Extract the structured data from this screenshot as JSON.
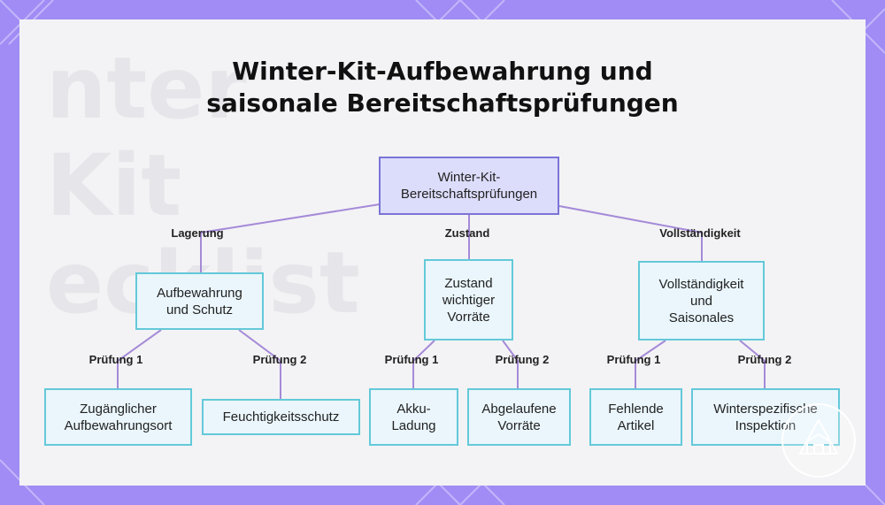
{
  "title_lines": [
    "Winter-Kit-Aufbewahrung und",
    "saisonale Bereitschaftsprüfungen"
  ],
  "background_watermark": [
    "nter",
    "Kit",
    "ecklist"
  ],
  "colors": {
    "frame": "#a08cf4",
    "card": "#f3f3f5",
    "root_fill": "#dcdcfb",
    "root_border": "#7a74d6",
    "node_fill": "#eaf6fc",
    "node_border": "#63c9d9",
    "line_top": "#a58ad8",
    "line_bottom": "#a58ad8"
  },
  "nodes": {
    "root": "Winter-Kit-\nBereitschaftsprüfungen",
    "storage": "Aufbewahrung\nund Schutz",
    "condition": "Zustand\nwichtiger\nVorräte",
    "completeness": "Vollständigkeit\nund\nSaisonales",
    "accessible": "Zugänglicher\nAufbewahrungsort",
    "moisture": "Feuchtigkeitsschutz",
    "battery": "Akku-\nLadung",
    "expired": "Abgelaufene\nVorräte",
    "missing": "Fehlende\nArtikel",
    "winter_inspection": "Winterspezifische\nInspektion"
  },
  "edge_labels": {
    "storage": "Lagerung",
    "condition": "Zustand",
    "completeness": "Vollständigkeit",
    "accessible": "Prüfung 1",
    "moisture": "Prüfung 2",
    "battery": "Prüfung 1",
    "expired": "Prüfung 2",
    "missing": "Prüfung 1",
    "winter_inspection": "Prüfung 2"
  }
}
